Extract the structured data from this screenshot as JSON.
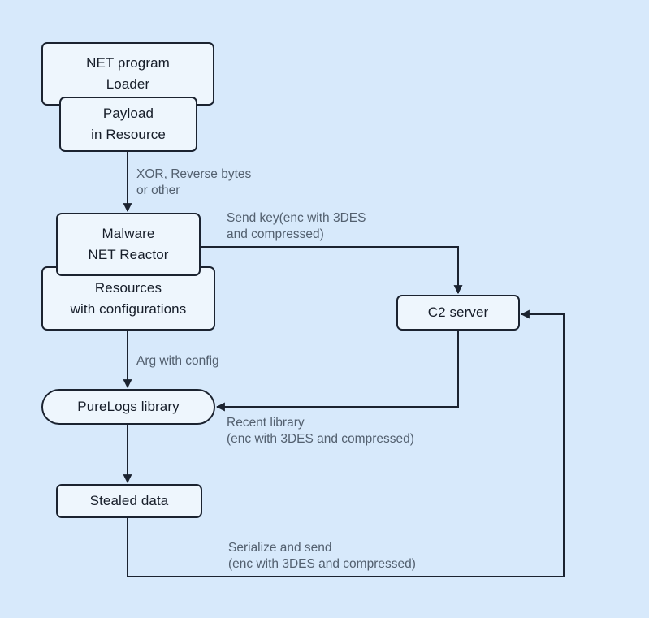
{
  "theme": {
    "canvas_bg": "#d7e9fb",
    "node_fill": "#eef6fd",
    "stroke": "#1b2330",
    "node_text": "#161d29",
    "edge_label_color": "#53606f"
  },
  "diagram": {
    "nodes": {
      "loader": {
        "label": "NET program\nLoader"
      },
      "payload": {
        "label": "Payload\nin Resource"
      },
      "reactor": {
        "label": "Malware\nNET Reactor"
      },
      "resources": {
        "label": "Resources\nwith configurations"
      },
      "c2": {
        "label": "C2 server"
      },
      "purelogs": {
        "label": "PureLogs library"
      },
      "stealed": {
        "label": "Stealed data"
      }
    },
    "edge_labels": {
      "xor": "XOR, Reverse bytes\nor other",
      "send_key": "Send key(enc with 3DES\nand compressed)",
      "arg": "Arg with config",
      "recent": "Recent library\n(enc with 3DES and compressed)",
      "serialize": "Serialize and send\n(enc with 3DES and compressed)"
    }
  }
}
